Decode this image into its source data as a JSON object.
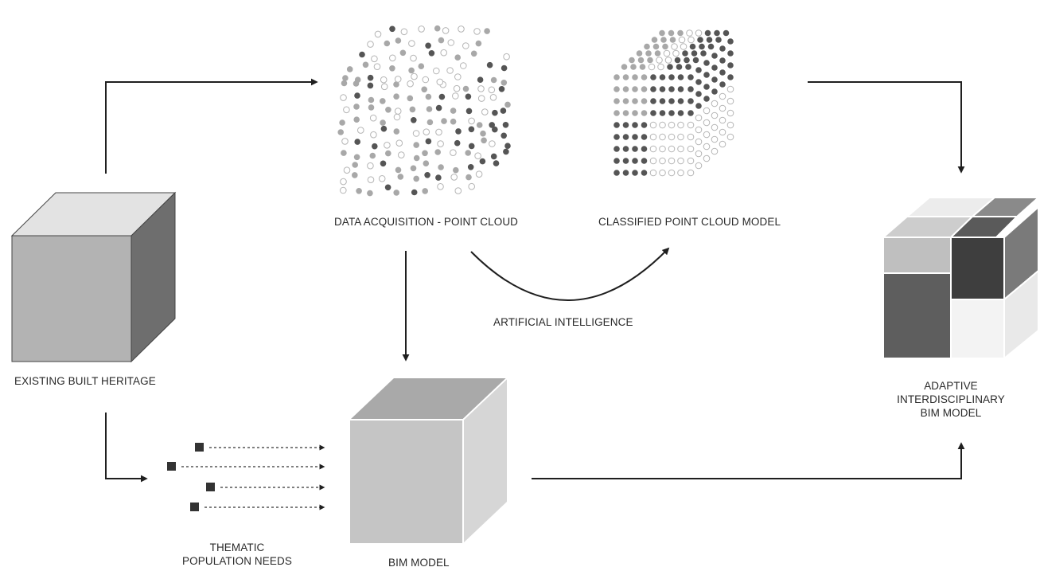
{
  "labels": {
    "existing_built_heritage": "EXISTING BUILT HERITAGE",
    "data_acquisition": "DATA ACQUISITION - POINT CLOUD",
    "classified_point_cloud": "CLASSIFIED POINT CLOUD MODEL",
    "artificial_intelligence": "ARTIFICIAL INTELLIGENCE",
    "adaptive_line1": "ADAPTIVE",
    "adaptive_line2": "INTERDISCIPLINARY",
    "adaptive_line3": "BIM MODEL",
    "thematic_line1": "THEMATIC",
    "thematic_line2": "POPULATION NEEDS",
    "bim_model": "BIM MODEL"
  },
  "colors": {
    "line": "#1f1f1f",
    "dot_dark": "#555555",
    "dot_mid": "#a8a8a8",
    "dot_light_stroke": "#b5b5b5",
    "cube_front": "#b3b3b3",
    "cube_top": "#e3e3e3",
    "cube_side": "#6e6e6e"
  }
}
